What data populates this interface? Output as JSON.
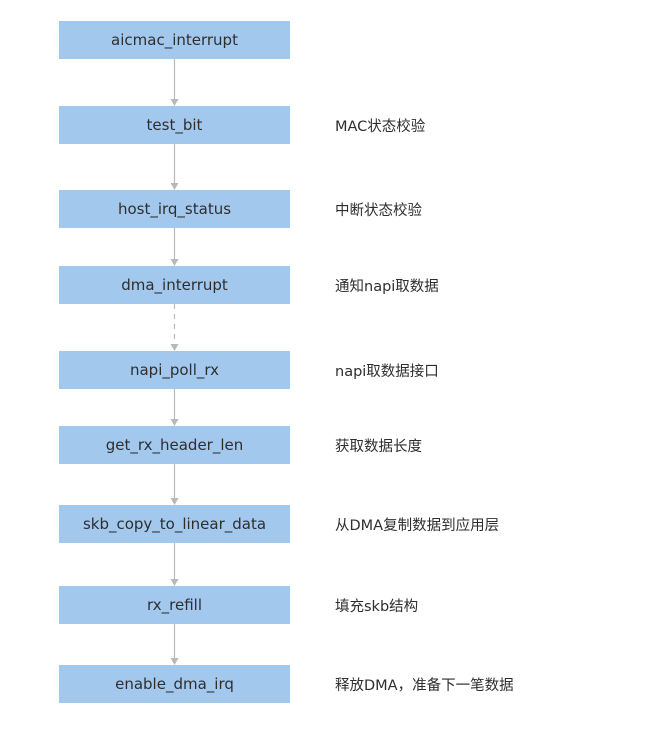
{
  "flow": {
    "steps": [
      {
        "label": "aicmac_interrupt",
        "desc": ""
      },
      {
        "label": "test_bit",
        "desc": "MAC状态校验"
      },
      {
        "label": "host_irq_status",
        "desc": "中断状态校验"
      },
      {
        "label": "dma_interrupt",
        "desc": "通知napi取数据"
      },
      {
        "label": "napi_poll_rx",
        "desc": "napi取数据接口"
      },
      {
        "label": "get_rx_header_len",
        "desc": "获取数据长度"
      },
      {
        "label": "skb_copy_to_linear_data",
        "desc": "从DMA复制数据到应用层"
      },
      {
        "label": "rx_refill",
        "desc": "填充skb结构"
      },
      {
        "label": "enable_dma_irq",
        "desc": "释放DMA，准备下一笔数据"
      }
    ],
    "edges": [
      {
        "from": 0,
        "to": 1,
        "style": "solid"
      },
      {
        "from": 1,
        "to": 2,
        "style": "solid"
      },
      {
        "from": 2,
        "to": 3,
        "style": "solid"
      },
      {
        "from": 3,
        "to": 4,
        "style": "dashed"
      },
      {
        "from": 4,
        "to": 5,
        "style": "solid"
      },
      {
        "from": 5,
        "to": 6,
        "style": "solid"
      },
      {
        "from": 6,
        "to": 7,
        "style": "solid"
      },
      {
        "from": 7,
        "to": 8,
        "style": "solid"
      }
    ]
  },
  "colors": {
    "node_fill": "#a3c8ee",
    "arrow": "#b8b8b8",
    "text": "#2e2e2e"
  }
}
